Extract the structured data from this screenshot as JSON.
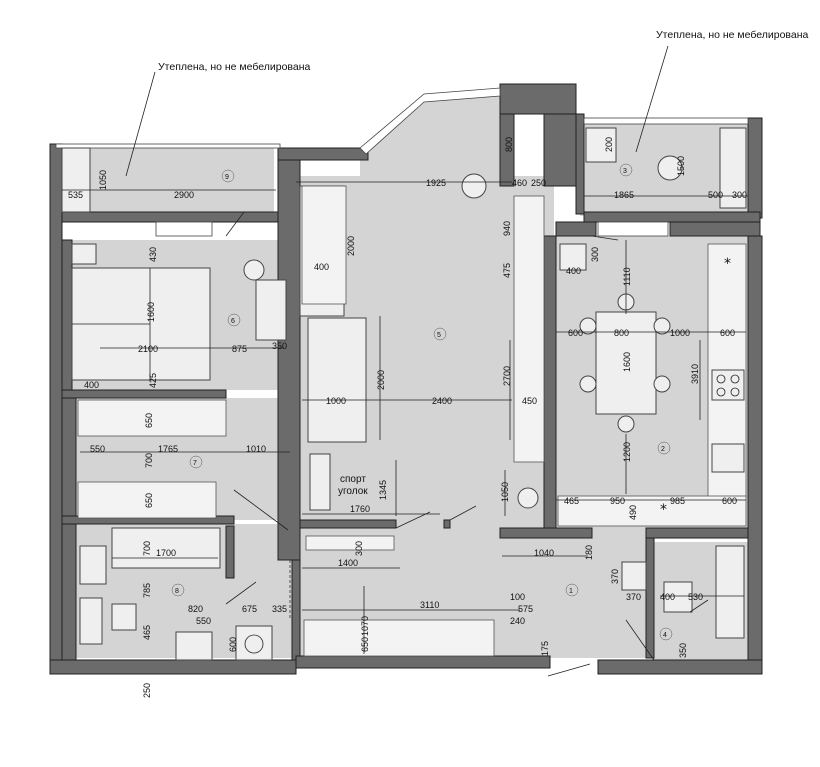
{
  "notes": {
    "balcony_left": "Утеплена, но не мебелирована",
    "balcony_right": "Утеплена, но не мебелирована"
  },
  "rooms": {
    "r1": "1",
    "r2": "2",
    "r3": "3",
    "r4": "4",
    "r5": "5",
    "r6": "6",
    "r7": "7",
    "r8": "8",
    "r9": "9"
  },
  "labels": {
    "sport_line1": "спорт",
    "sport_line2": "уголок"
  },
  "markers": {
    "star": "*"
  },
  "dimensions": {
    "d535": "535",
    "d1050a": "1050",
    "d2900": "2900",
    "d430": "430",
    "d1600a": "1600",
    "d2100": "2100",
    "d875": "875",
    "d350a": "350",
    "d400a": "400",
    "d425": "425",
    "d550a": "550",
    "d1765": "1765",
    "d1010": "1010",
    "d700a": "700",
    "d650a": "650",
    "d700b": "700",
    "d1700": "1700",
    "d785": "785",
    "d820": "820",
    "d550b": "550",
    "d465": "465",
    "d250": "250",
    "d675": "675",
    "d335": "335",
    "d600a": "600",
    "d2000a": "2000",
    "d400b": "400",
    "d1925": "1925",
    "d460": "460",
    "d250b": "250",
    "d800a": "800",
    "d940": "940",
    "d475": "475",
    "d2000b": "2000",
    "d1000a": "1000",
    "d2400": "2400",
    "d2700": "2700",
    "d450": "450",
    "d1345": "1345",
    "d1050b": "1050",
    "d1760": "1760",
    "d300a": "300",
    "d1400": "1400",
    "d1070": "1070",
    "d3110": "3110",
    "d650b": "650",
    "d100": "100",
    "d575": "575",
    "d240": "240",
    "d175": "175",
    "d1040": "1040",
    "d180": "180",
    "d200": "200",
    "d1865": "1865",
    "d1500": "1500",
    "d500": "500",
    "d300b": "300",
    "d300c": "300",
    "d400c": "400",
    "d1110": "1110",
    "d600b": "600",
    "d800b": "800",
    "d1000b": "1000",
    "d600c": "600",
    "d1600b": "1600",
    "d3910": "3910",
    "d1200": "1200",
    "d465b": "465",
    "d950": "950",
    "d985": "985",
    "d600d": "600",
    "d490": "490",
    "d370a": "370",
    "d370b": "370",
    "d400d": "400",
    "d530": "530",
    "d350b": "350"
  }
}
